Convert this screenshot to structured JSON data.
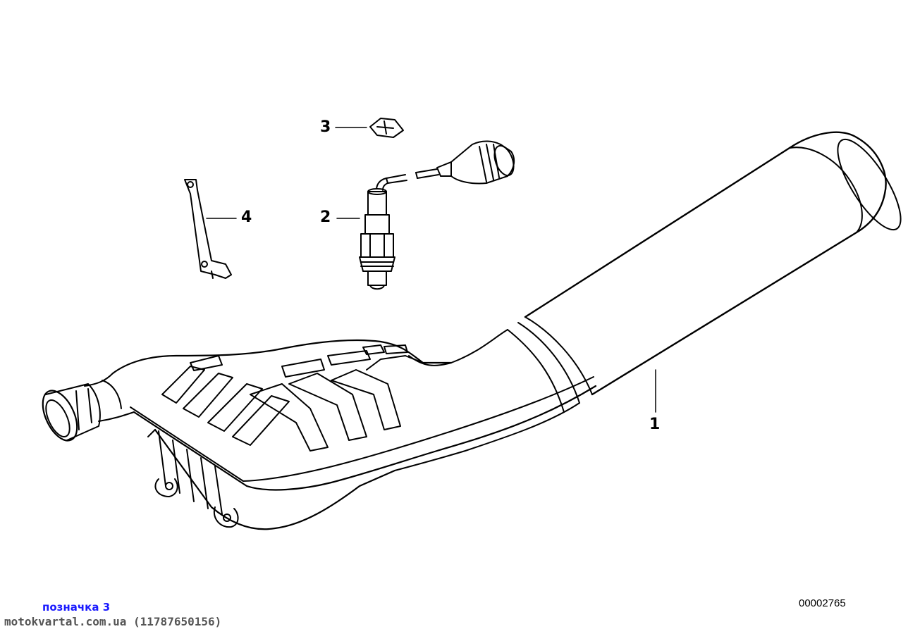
{
  "callouts": {
    "c1": "1",
    "c2": "2",
    "c3": "3",
    "c4": "4"
  },
  "diagram_number": "00002765",
  "marker_text": "позначка 3",
  "site_text": "motokvartal.com.ua (11787650156)",
  "colors": {
    "line": "#000000",
    "marker": "#1a1aff",
    "site": "#555555"
  }
}
